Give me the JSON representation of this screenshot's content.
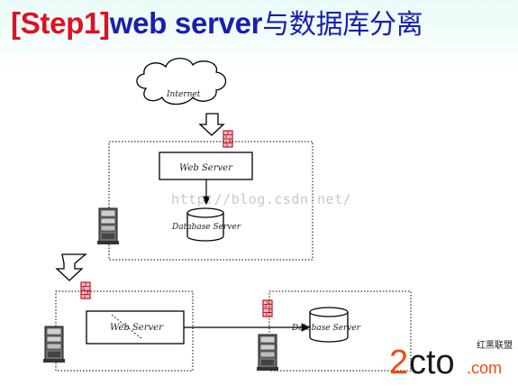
{
  "title": {
    "step": "[Step1]",
    "main": "web server",
    "cn": "与数据库分离"
  },
  "diagram": {
    "internet_label": "Internet",
    "top_web_server_label": "Web Server",
    "top_db_server_label": "Database Server",
    "bottom_web_server_label": "Web Server",
    "bottom_db_server_label": "Database Server"
  },
  "watermark": "http://blog.csdn.net/",
  "logo": {
    "text": "2cto",
    "suffix": ".com",
    "cn": "红黑联盟"
  }
}
